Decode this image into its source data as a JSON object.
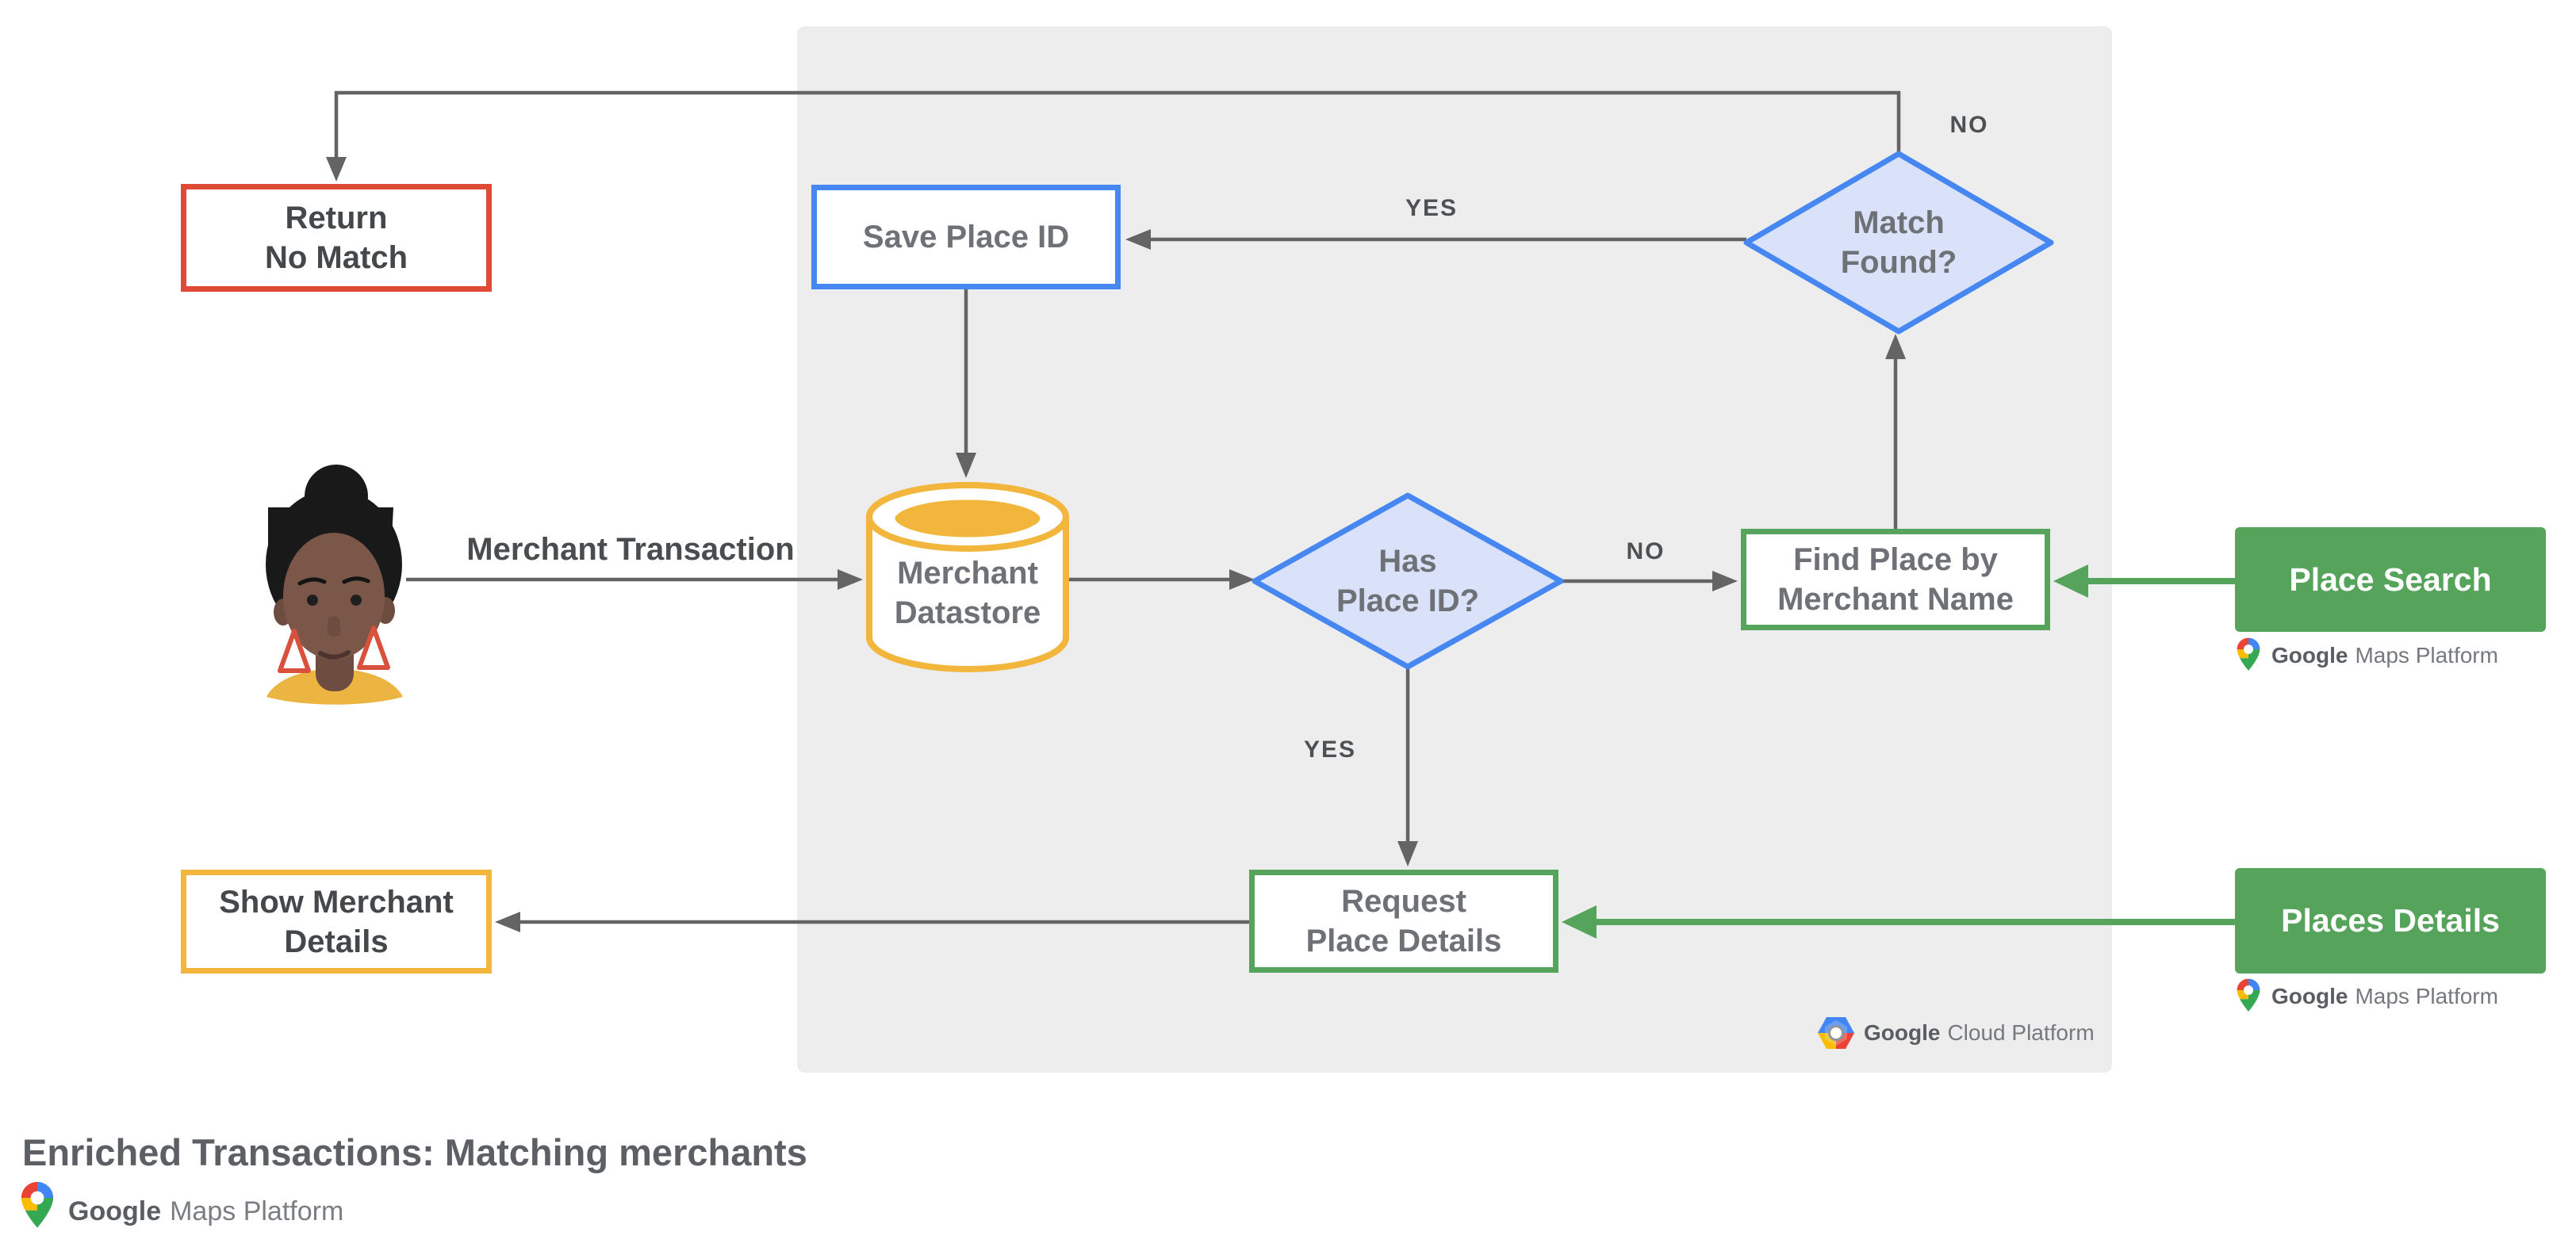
{
  "title": "Enriched Transactions: Matching merchants",
  "nodes": {
    "return_no_match": {
      "line1": "Return",
      "line2": "No Match"
    },
    "save_place_id": {
      "label": "Save Place ID"
    },
    "match_found": {
      "line1": "Match",
      "line2": "Found?"
    },
    "merchant_datastore": {
      "line1": "Merchant",
      "line2": "Datastore"
    },
    "has_place_id": {
      "line1": "Has",
      "line2": "Place ID?"
    },
    "find_place": {
      "line1": "Find Place by",
      "line2": "Merchant Name"
    },
    "request_place_details": {
      "line1": "Request",
      "line2": "Place Details"
    },
    "show_merchant_details": {
      "line1": "Show Merchant",
      "line2": "Details"
    },
    "place_search": {
      "label": "Place Search"
    },
    "places_details": {
      "label": "Places Details"
    }
  },
  "edge_labels": {
    "merchant_transaction": "Merchant Transaction",
    "match_found_yes": "YES",
    "match_found_no": "NO",
    "has_place_id_no": "NO",
    "has_place_id_yes": "YES"
  },
  "logos": {
    "maps_platform": {
      "brand": "Google",
      "product": "Maps Platform"
    },
    "cloud_platform": {
      "brand": "Google",
      "product": "Cloud Platform"
    }
  },
  "colors": {
    "accent_blue": "#4687F1",
    "accent_red": "#E04A35",
    "accent_yellow": "#F2B63D",
    "accent_green": "#56A45C",
    "diamond_fill": "#D9E2F8",
    "panel_gray": "#EDEDEE",
    "connector_gray": "#646464",
    "pin_red": "#EA4335",
    "pin_blue": "#4285F4",
    "pin_yellow": "#FBBC04",
    "pin_green": "#34A853"
  }
}
